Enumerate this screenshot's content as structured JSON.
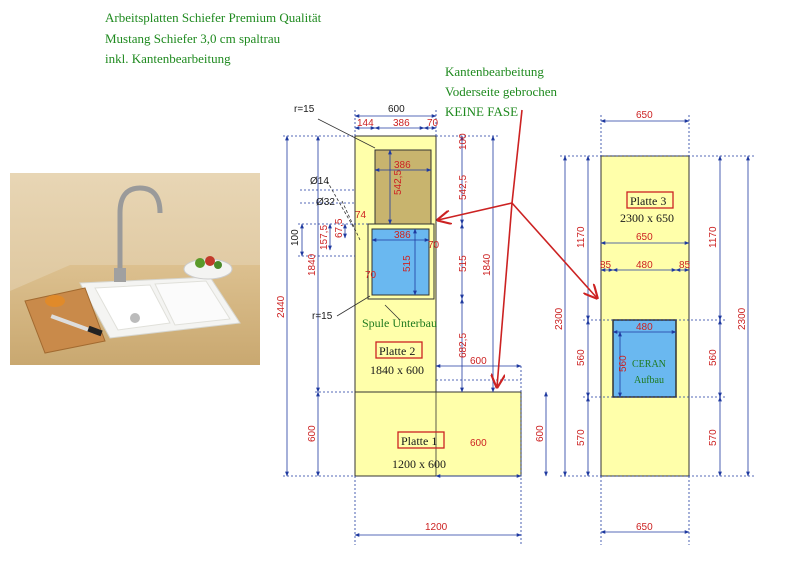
{
  "header": {
    "line1": "Arbeitsplatten Schiefer Premium Qualität",
    "line2": "Mustang Schiefer 3,0 cm spaltrau",
    "line3": "inkl. Kantenbearbeitung"
  },
  "note": {
    "line1": "Kantenbearbeitung",
    "line2": "Voderseite gebrochen",
    "line3": "KEINE FASE"
  },
  "plates": {
    "p1_name": "Platte 1",
    "p1_size": "1200 x 600",
    "p2_name": "Platte 2",
    "p2_size": "1840 x 600",
    "p3_name": "Platte 3",
    "p3_size": "2300 x 650"
  },
  "labels": {
    "sink": "Spule Unterbau",
    "ceran1": "CERAN",
    "ceran2": "Aufbau",
    "r15a": "r=15",
    "r15b": "r=15",
    "d14": "Ø14",
    "d32": "Ø32"
  },
  "dims": {
    "top600": "600",
    "top144": "144",
    "top386": "386",
    "top70": "70",
    "in386a": "386",
    "in542": "542,5",
    "in386b": "386",
    "in515": "515",
    "v100": "100",
    "v542": "542,5",
    "v515": "515",
    "v1840a": "1840",
    "v1840b": "1840",
    "v6825": "682,5",
    "h600a": "600",
    "h600b": "600",
    "v600a": "600",
    "v600b": "600",
    "v2440": "2440",
    "w1200": "1200",
    "l100": "100",
    "l1575": "157,5",
    "l675": "67,5",
    "l74": "74",
    "l70a": "70",
    "l70b": "70",
    "p3w650top": "650",
    "p3w650mid": "650",
    "p3w650bot": "650",
    "p3_1170a": "1170",
    "p3_1170b": "1170",
    "p3_2300a": "2300",
    "p3_2300b": "2300",
    "p3_85a": "85",
    "p3_480a": "480",
    "p3_85b": "85",
    "p3_480b": "480",
    "p3_560a": "560",
    "p3_560b": "560",
    "p3_560c": "560",
    "p3_570a": "570",
    "p3_570b": "570"
  },
  "colors": {
    "plate": "#ffffaa",
    "cutout": "#6ab8f0",
    "accent": "#cc2222"
  }
}
